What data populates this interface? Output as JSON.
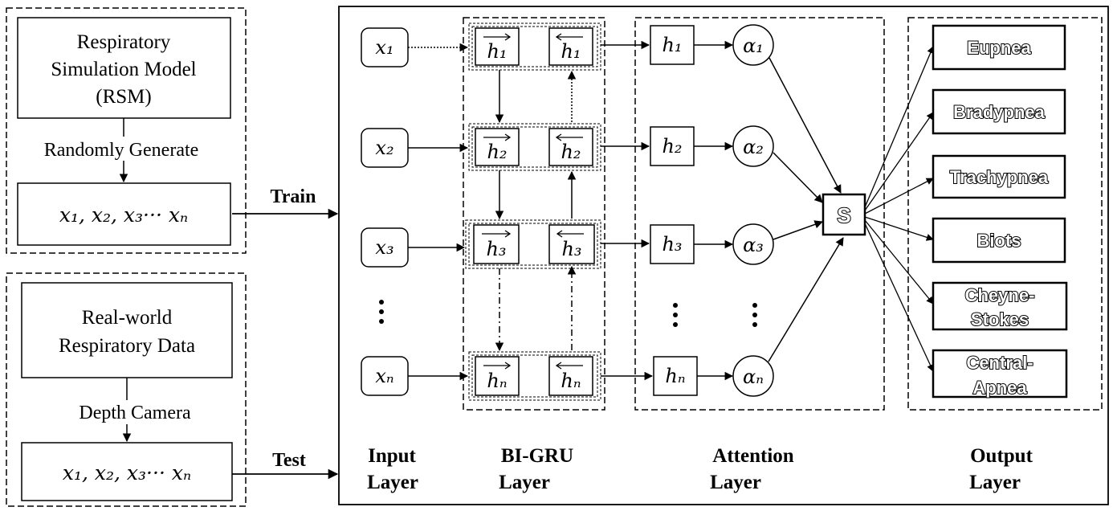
{
  "sim_block": {
    "model_line1": "Respiratory",
    "model_line2": "Simulation Model",
    "model_line3": "(RSM)",
    "arrow_label": "Randomly Generate",
    "sequence": "x₁, x₂, x₃··· xₙ"
  },
  "real_block": {
    "data_line1": "Real-world",
    "data_line2": "Respiratory Data",
    "arrow_label": "Depth Camera",
    "sequence": "x₁, x₂, x₃··· xₙ"
  },
  "train_label": "Train",
  "test_label": "Test",
  "inputs": [
    "x₁",
    "x₂",
    "x₃",
    "xₙ"
  ],
  "gru_forward": [
    "h₁",
    "h₂",
    "h₃",
    "hₙ"
  ],
  "gru_backward": [
    "h₁",
    "h₂",
    "h₃",
    "hₙ"
  ],
  "hidden": [
    "h₁",
    "h₂",
    "h₃",
    "hₙ"
  ],
  "alphas": [
    "α₁",
    "α₂",
    "α₃",
    "αₙ"
  ],
  "sum_node": "S",
  "outputs": [
    {
      "line1": "Eupnea",
      "line2": ""
    },
    {
      "line1": "Bradypnea",
      "line2": ""
    },
    {
      "line1": "Trachypnea",
      "line2": ""
    },
    {
      "line1": "Biots",
      "line2": ""
    },
    {
      "line1": "Cheyne-",
      "line2": "Stokes"
    },
    {
      "line1": "Central-",
      "line2": "Apnea"
    }
  ],
  "layer_labels": [
    {
      "line1": "Input",
      "line2": "Layer"
    },
    {
      "line1": "BI-GRU",
      "line2": "Layer"
    },
    {
      "line1": "Attention",
      "line2": "Layer"
    },
    {
      "line1": "Output",
      "line2": "Layer"
    }
  ]
}
